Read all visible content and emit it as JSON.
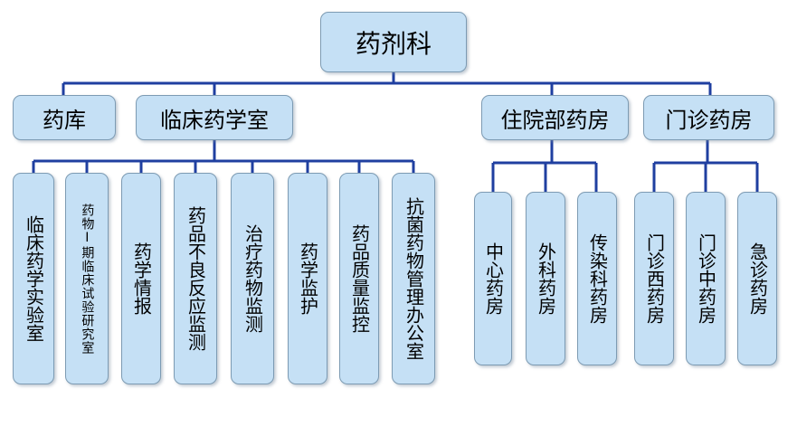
{
  "root": {
    "label": "药剂科"
  },
  "level1": [
    {
      "label": "药库"
    },
    {
      "label": "临床药学室"
    },
    {
      "label": "住院部药房"
    },
    {
      "label": "门诊药房"
    }
  ],
  "clinical_units": [
    {
      "label": "临床药学实验室"
    },
    {
      "label": "药物Ⅰ期临床试验研究室"
    },
    {
      "label": "药学情报"
    },
    {
      "label": "药品不良反应监测"
    },
    {
      "label": "治疗药物监测"
    },
    {
      "label": "药学监护"
    },
    {
      "label": "药品质量监控"
    },
    {
      "label": "抗菌药物管理办公室"
    }
  ],
  "inpatient_units": [
    {
      "label": "中心药房"
    },
    {
      "label": "外科药房"
    },
    {
      "label": "传染科药房"
    }
  ],
  "outpatient_units": [
    {
      "label": "门诊西药房"
    },
    {
      "label": "门诊中药房"
    },
    {
      "label": "急诊药房"
    }
  ],
  "colors": {
    "box_fill": "#c5e0f5",
    "box_border": "#7d9bb3",
    "connector": "#1f3fa0"
  }
}
